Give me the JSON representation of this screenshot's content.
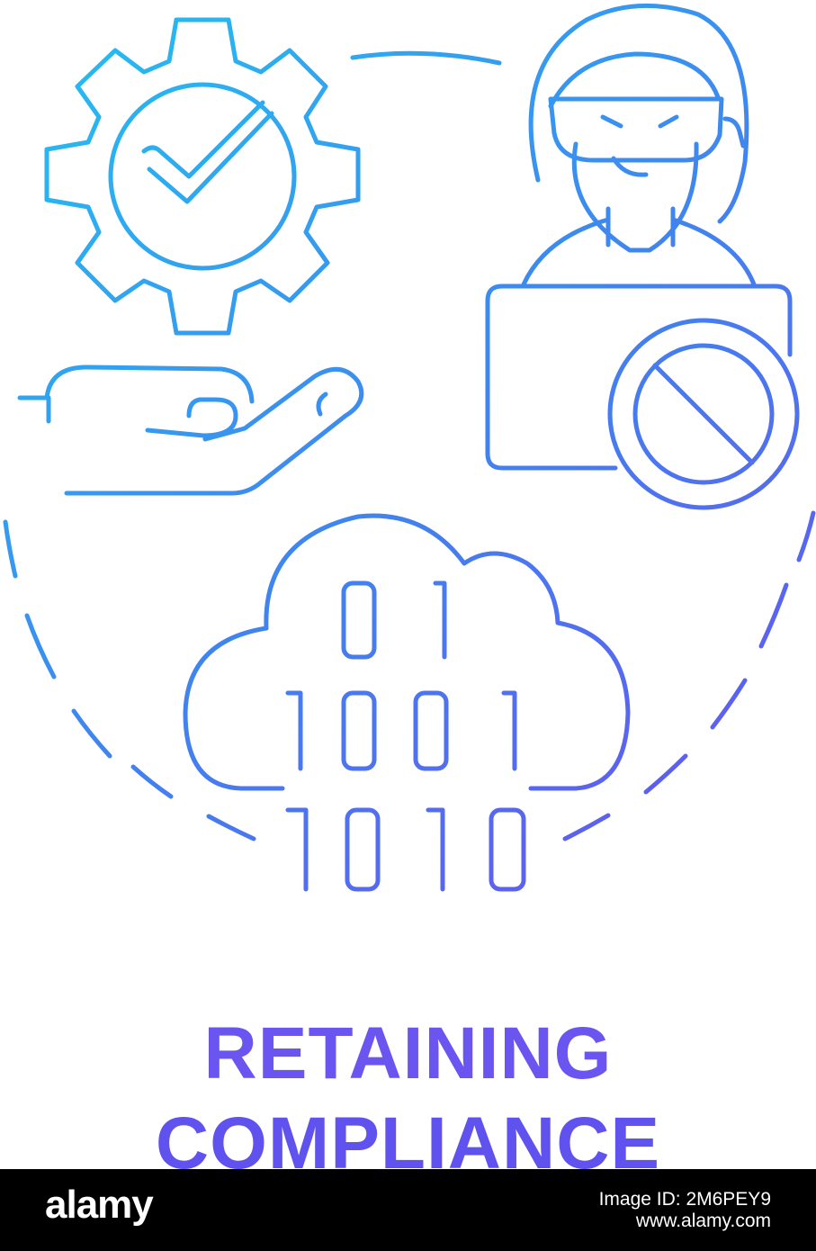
{
  "title": {
    "line1": "RETAINING",
    "line2": "COMPLIANCE"
  },
  "icons": {
    "gear": "gear-checkmark-icon",
    "hand": "open-hand-icon",
    "hacker": "hooded-hacker-icon",
    "laptop": "laptop-icon",
    "blocked": "prohibited-sign-icon",
    "cloud": "binary-cloud-icon"
  },
  "binary": {
    "row1": "01",
    "row2": "1001",
    "row3": "1010"
  },
  "colors": {
    "gradient_start": "#22b8f0",
    "gradient_mid": "#3b82f0",
    "gradient_end": "#6a4ff0",
    "title": "#6a55f0",
    "stock_bar": "#000000"
  },
  "stock": {
    "brand": "alamy",
    "image_id_label": "Image ID: 2M6PEY9",
    "site": "www.alamy.com"
  }
}
